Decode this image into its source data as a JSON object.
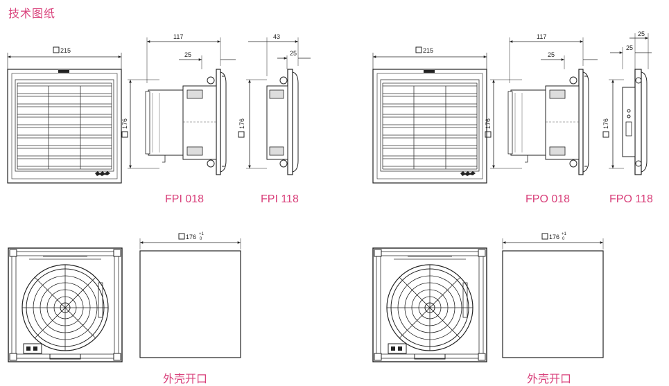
{
  "page": {
    "heading": "技术图纸"
  },
  "dims": {
    "d215": "215",
    "d117": "117",
    "d43": "43",
    "d25": "25",
    "d176": "176",
    "cutout_main": "176",
    "cutout_tol_plus": "+1",
    "cutout_tol_minus": "0"
  },
  "captions": {
    "fpi018": "FPI 018",
    "fpi118": "FPI 118",
    "fpo018": "FPO 018",
    "fpo118": "FPO 118",
    "cutout_left": "外壳开口",
    "cutout_right": "外壳开口"
  },
  "colors": {
    "accent": "#d9417b",
    "line": "#222222"
  }
}
